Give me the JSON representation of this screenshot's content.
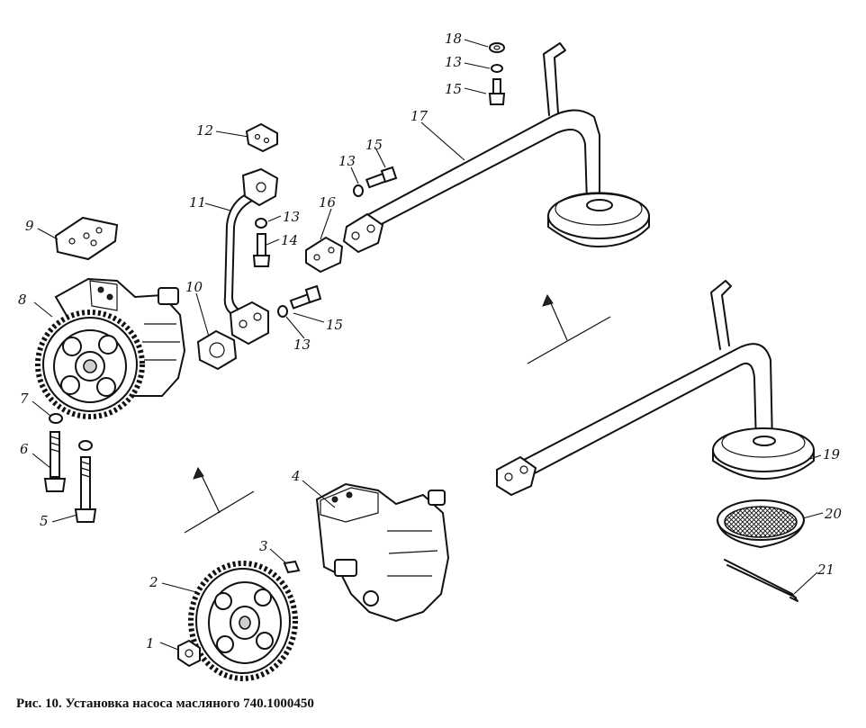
{
  "caption": "Рис. 10. Установка насоса масляного 740.1000450",
  "callouts": [
    "1",
    "2",
    "3",
    "4",
    "5",
    "6",
    "7",
    "8",
    "9",
    "10",
    "11",
    "12",
    "13",
    "13",
    "13",
    "13",
    "14",
    "15",
    "15",
    "15",
    "16",
    "17",
    "18",
    "19",
    "20",
    "21"
  ]
}
